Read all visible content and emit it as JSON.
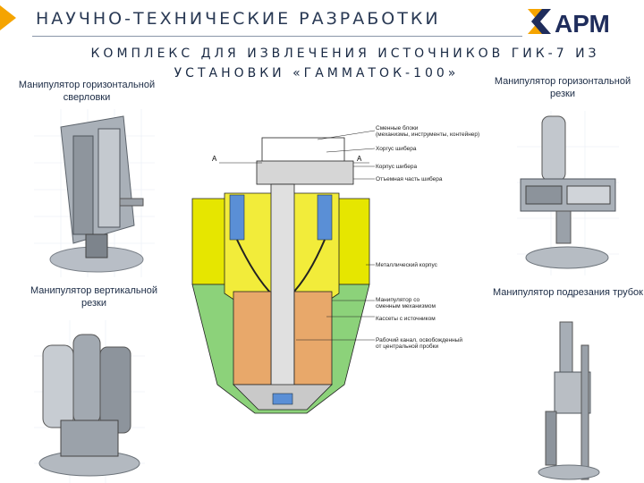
{
  "title": "НАУЧНО-ТЕХНИЧЕСКИЕ РАЗРАБОТКИ",
  "logo": {
    "text": "АРМ",
    "colors": {
      "navy": "#1f2d5c",
      "orange": "#f5a400"
    }
  },
  "subtitle_line1": "КОМПЛЕКС ДЛЯ ИЗВЛЕЧЕНИЯ ИСТОЧНИКОВ ГИК-7 ИЗ",
  "subtitle_line2": "УСТАНОВКИ «ГАММАТОК-100»",
  "captions": {
    "top_left": "Манипулятор горизонтальной сверловки",
    "top_right": "Манипулятор горизонтальной резки",
    "bottom_left": "Манипулятор вертикальной резки",
    "bottom_right": "Манипулятор подрезания трубок"
  },
  "drawing": {
    "section_label_left": "A",
    "section_label_right": "A",
    "notes": [
      "Сменные блоки",
      "(механизмы, инструменты, контейнер)",
      "Хоргус шибера",
      "Корпус шибера",
      "Отъемная часть шибера",
      "Металлический корпус",
      "Манипулятор со",
      "сменным механизмом",
      "Кассеты с источником",
      "Рабочий канал, освобожденный",
      "от центральной пробки"
    ],
    "colors": {
      "yellow": "#e6e600",
      "green": "#8cd27a",
      "blue": "#5a8fd6",
      "orange": "#e8a86a",
      "gray": "#c9c9c9"
    }
  }
}
